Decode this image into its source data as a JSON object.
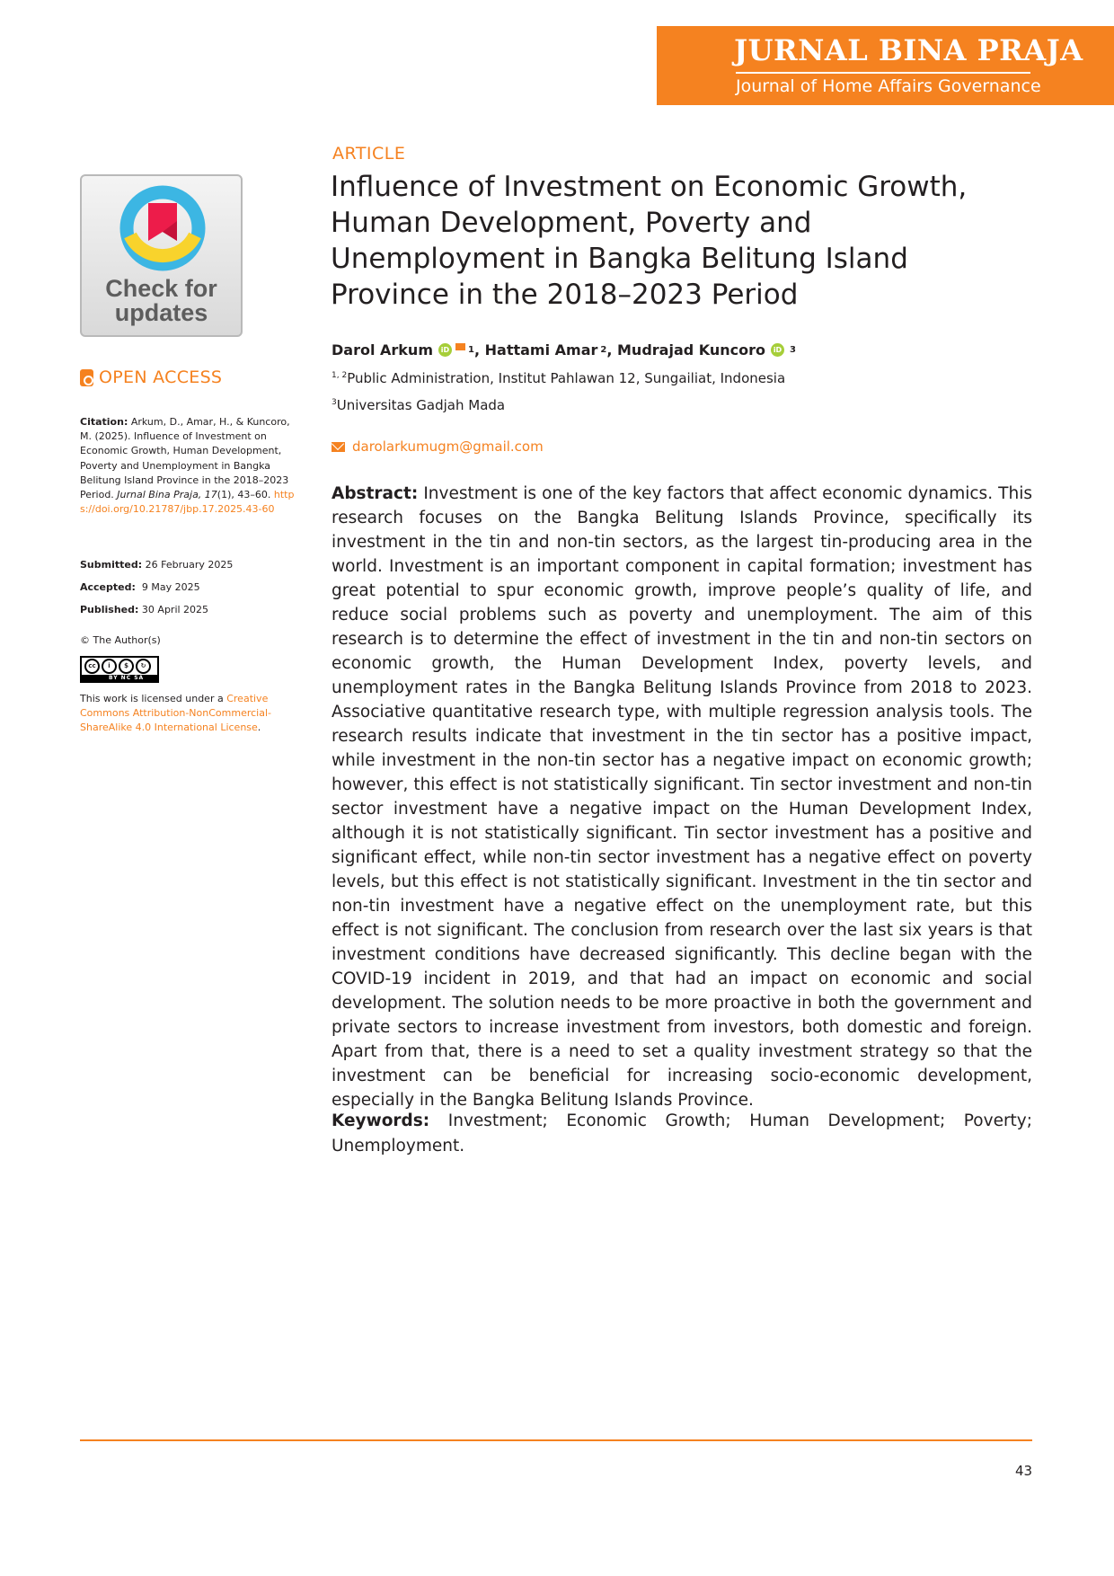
{
  "journal": {
    "name": "JURNAL BINA PRAJA",
    "subtitle": "Journal of Home Affairs Governance"
  },
  "crossmark": {
    "text_line1": "Check for",
    "text_line2": "updates"
  },
  "open_access": "OPEN ACCESS",
  "citation": {
    "label": "Citation:",
    "text": "Arkum, D., Amar, H., & Kuncoro, M. (2025). Influence of Investment on Economic Growth, Human Development, Poverty and Unemployment in Bangka Belitung Island Province in the 2018–2023 Period.",
    "journal_italic": "Jurnal Bina Praja, 17",
    "issue_pages": "(1), 43–60.",
    "doi": "https://doi.org/10.21787/jbp.17.2025.43-60"
  },
  "dates": {
    "submitted_label": "Submitted:",
    "submitted": "26 February 2025",
    "accepted_label": "Accepted:",
    "accepted": "9 May 2025",
    "published_label": "Published:",
    "published": "30 April 2025"
  },
  "copyright": "© The Author(s)",
  "cc_badge": {
    "labels": "BY NC SA"
  },
  "license": {
    "prefix": "This work is licensed under a",
    "link": "Creative Commons Attribution-NonCommercial-ShareAlike 4.0 International License",
    "suffix": "."
  },
  "article_label": "ARTICLE",
  "title": "Influence of Investment on Economic Growth, Human Development, Poverty and Unemployment in Bangka Belitung Island Province in the 2018–2023 Period",
  "authors": [
    {
      "name": "Darol Arkum",
      "sup": "1"
    },
    {
      "name": "Hattami Amar",
      "sup": "2"
    },
    {
      "name": "Mudrajad Kuncoro",
      "sup": "3"
    }
  ],
  "affiliations": [
    {
      "sup": "1, 2",
      "text": "Public Administration, Institut Pahlawan 12, Sungailiat, Indonesia"
    },
    {
      "sup": "3",
      "text": "Universitas Gadjah Mada"
    }
  ],
  "email": "darolarkumugm@gmail.com",
  "abstract": {
    "label": "Abstract:",
    "text": "Investment is one of the key factors that affect economic dynamics. This research focuses on the Bangka Belitung Islands Province, specifically its investment in the tin and non-tin sectors, as the largest tin-producing area in the world. Investment is an important component in capital formation; investment has great potential to spur economic growth, improve people’s quality of life, and reduce social problems such as poverty and unemployment. The aim of this research is to determine the effect of investment in the tin and non-tin sectors on economic growth, the Human Development Index, poverty levels, and unemployment rates in the Bangka Belitung Islands Province from 2018 to 2023. Associative quantitative research type, with multiple regression analysis tools. The research results indicate that investment in the tin sector has a positive impact, while investment in the non-tin sector has a negative impact on economic growth; however, this effect is not statistically significant. Tin sector investment and non-tin sector investment have a negative impact on the Human Development Index, although it is not statistically significant. Tin sector investment has a positive and significant effect, while non-tin sector investment has a negative effect on poverty levels, but this effect is not statistically significant. Investment in the tin sector and non-tin investment have a negative effect on the unemployment rate, but this effect is not significant.  The conclusion from research over the last six years is that investment conditions have decreased significantly. This decline began with the COVID-19 incident in 2019, and that had an impact on economic and social development. The solution needs to be more proactive in both the government and private sectors to increase investment from investors, both domestic and foreign. Apart from that, there is a need to set a quality investment strategy so that the investment can be beneficial for increasing socio-economic development, especially in the Bangka Belitung Islands Province."
  },
  "keywords": {
    "label": "Keywords:",
    "text": "Investment; Economic Growth; Human Development; Poverty; Unemployment."
  },
  "page_number": "43",
  "colors": {
    "accent": "#f58220",
    "orcid": "#a6ce39",
    "text": "#231f20"
  }
}
